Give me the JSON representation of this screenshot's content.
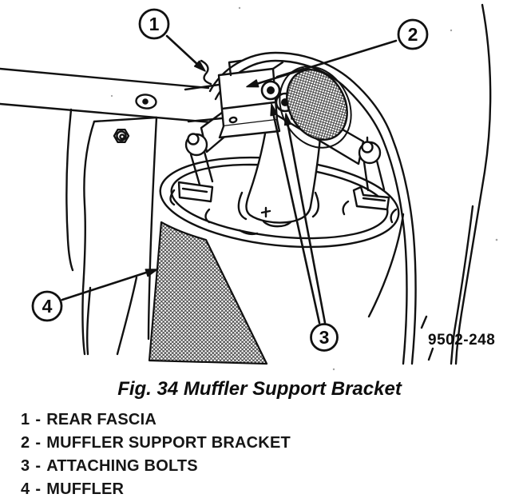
{
  "figure": {
    "caption": "Fig. 34 Muffler Support Bracket",
    "figure_id": "9502-248",
    "legend_separator": "-",
    "callouts": [
      {
        "number": "1",
        "label": "REAR FASCIA"
      },
      {
        "number": "2",
        "label": "MUFFLER SUPPORT BRACKET"
      },
      {
        "number": "3",
        "label": "ATTACHING BOLTS"
      },
      {
        "number": "4",
        "label": "MUFFLER"
      }
    ]
  }
}
